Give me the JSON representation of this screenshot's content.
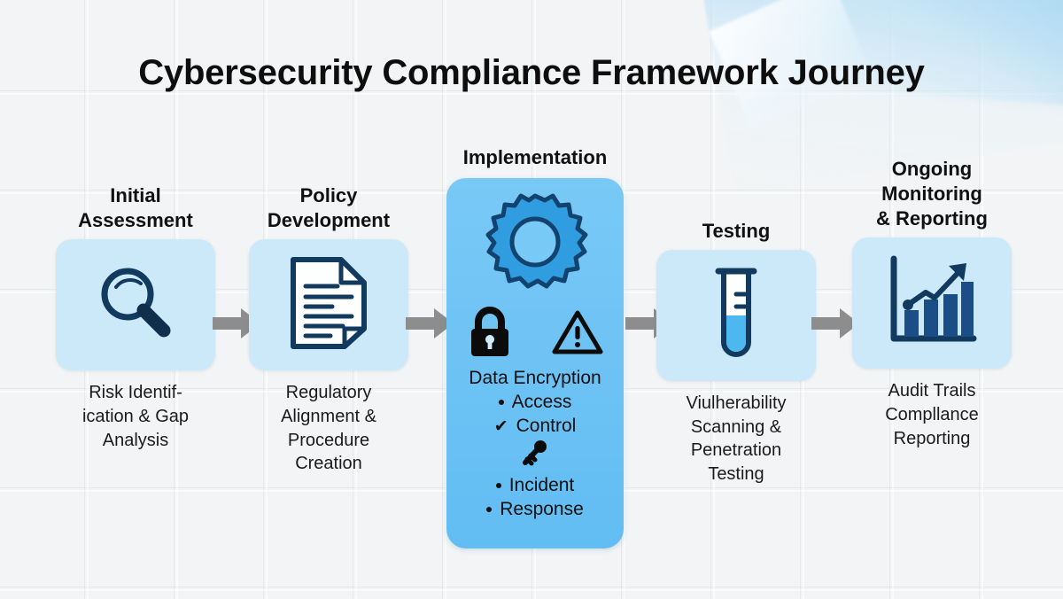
{
  "title": "Cybersecurity Compliance Framework Journey",
  "theme": {
    "background": "#f2f4f5",
    "card_bg": "#cce9fa",
    "card_highlight_bg": "#6cc2f4",
    "icon_navy": "#123a5e",
    "icon_blue": "#2f9de0",
    "arrow_gray": "#8d8d8d",
    "title_color": "#0e0e0e"
  },
  "stages": [
    {
      "heading": "Initial\nAssessment",
      "heading_line1": "Initial",
      "heading_line2": "Assessment",
      "icon": "magnifying-glass-icon",
      "caption_line1": "Risk Identif-",
      "caption_line2": "ication & Gap",
      "caption_line3": "Analysis"
    },
    {
      "heading_line1": "Policy",
      "heading_line2": "Development",
      "icon": "document-icon",
      "caption_line1": "Regulatory",
      "caption_line2": "Alignment &",
      "caption_line3": "Procedure",
      "caption_line4": "Creation"
    },
    {
      "heading_line1": "Implementation",
      "icon": "gear-icon",
      "sub_icons": [
        "lock-icon",
        "warning-triangle-icon"
      ],
      "main_text": "Data Encryption",
      "items": [
        {
          "marker": "bullet",
          "label": "Access"
        },
        {
          "marker": "check",
          "label": "Control"
        },
        {
          "marker": "key-icon",
          "label": ""
        },
        {
          "marker": "bullet",
          "label": "Incident"
        },
        {
          "marker": "bullet",
          "label": "Response"
        }
      ],
      "highlighted": true
    },
    {
      "heading_line1": "Testing",
      "icon": "test-tube-icon",
      "caption_line1": "Viulherability",
      "caption_line2": "Scanning &",
      "caption_line3": "Penetration",
      "caption_line4": "Testing"
    },
    {
      "heading_line1": "Ongoing",
      "heading_line2": "Monitoring",
      "heading_line3": "& Reporting",
      "icon": "bar-chart-growth-icon",
      "caption_line1": "Audit Trails",
      "caption_line2": "Compllance",
      "caption_line3": "Reporting"
    }
  ],
  "arrows": {
    "count": 4,
    "direction": "right"
  }
}
